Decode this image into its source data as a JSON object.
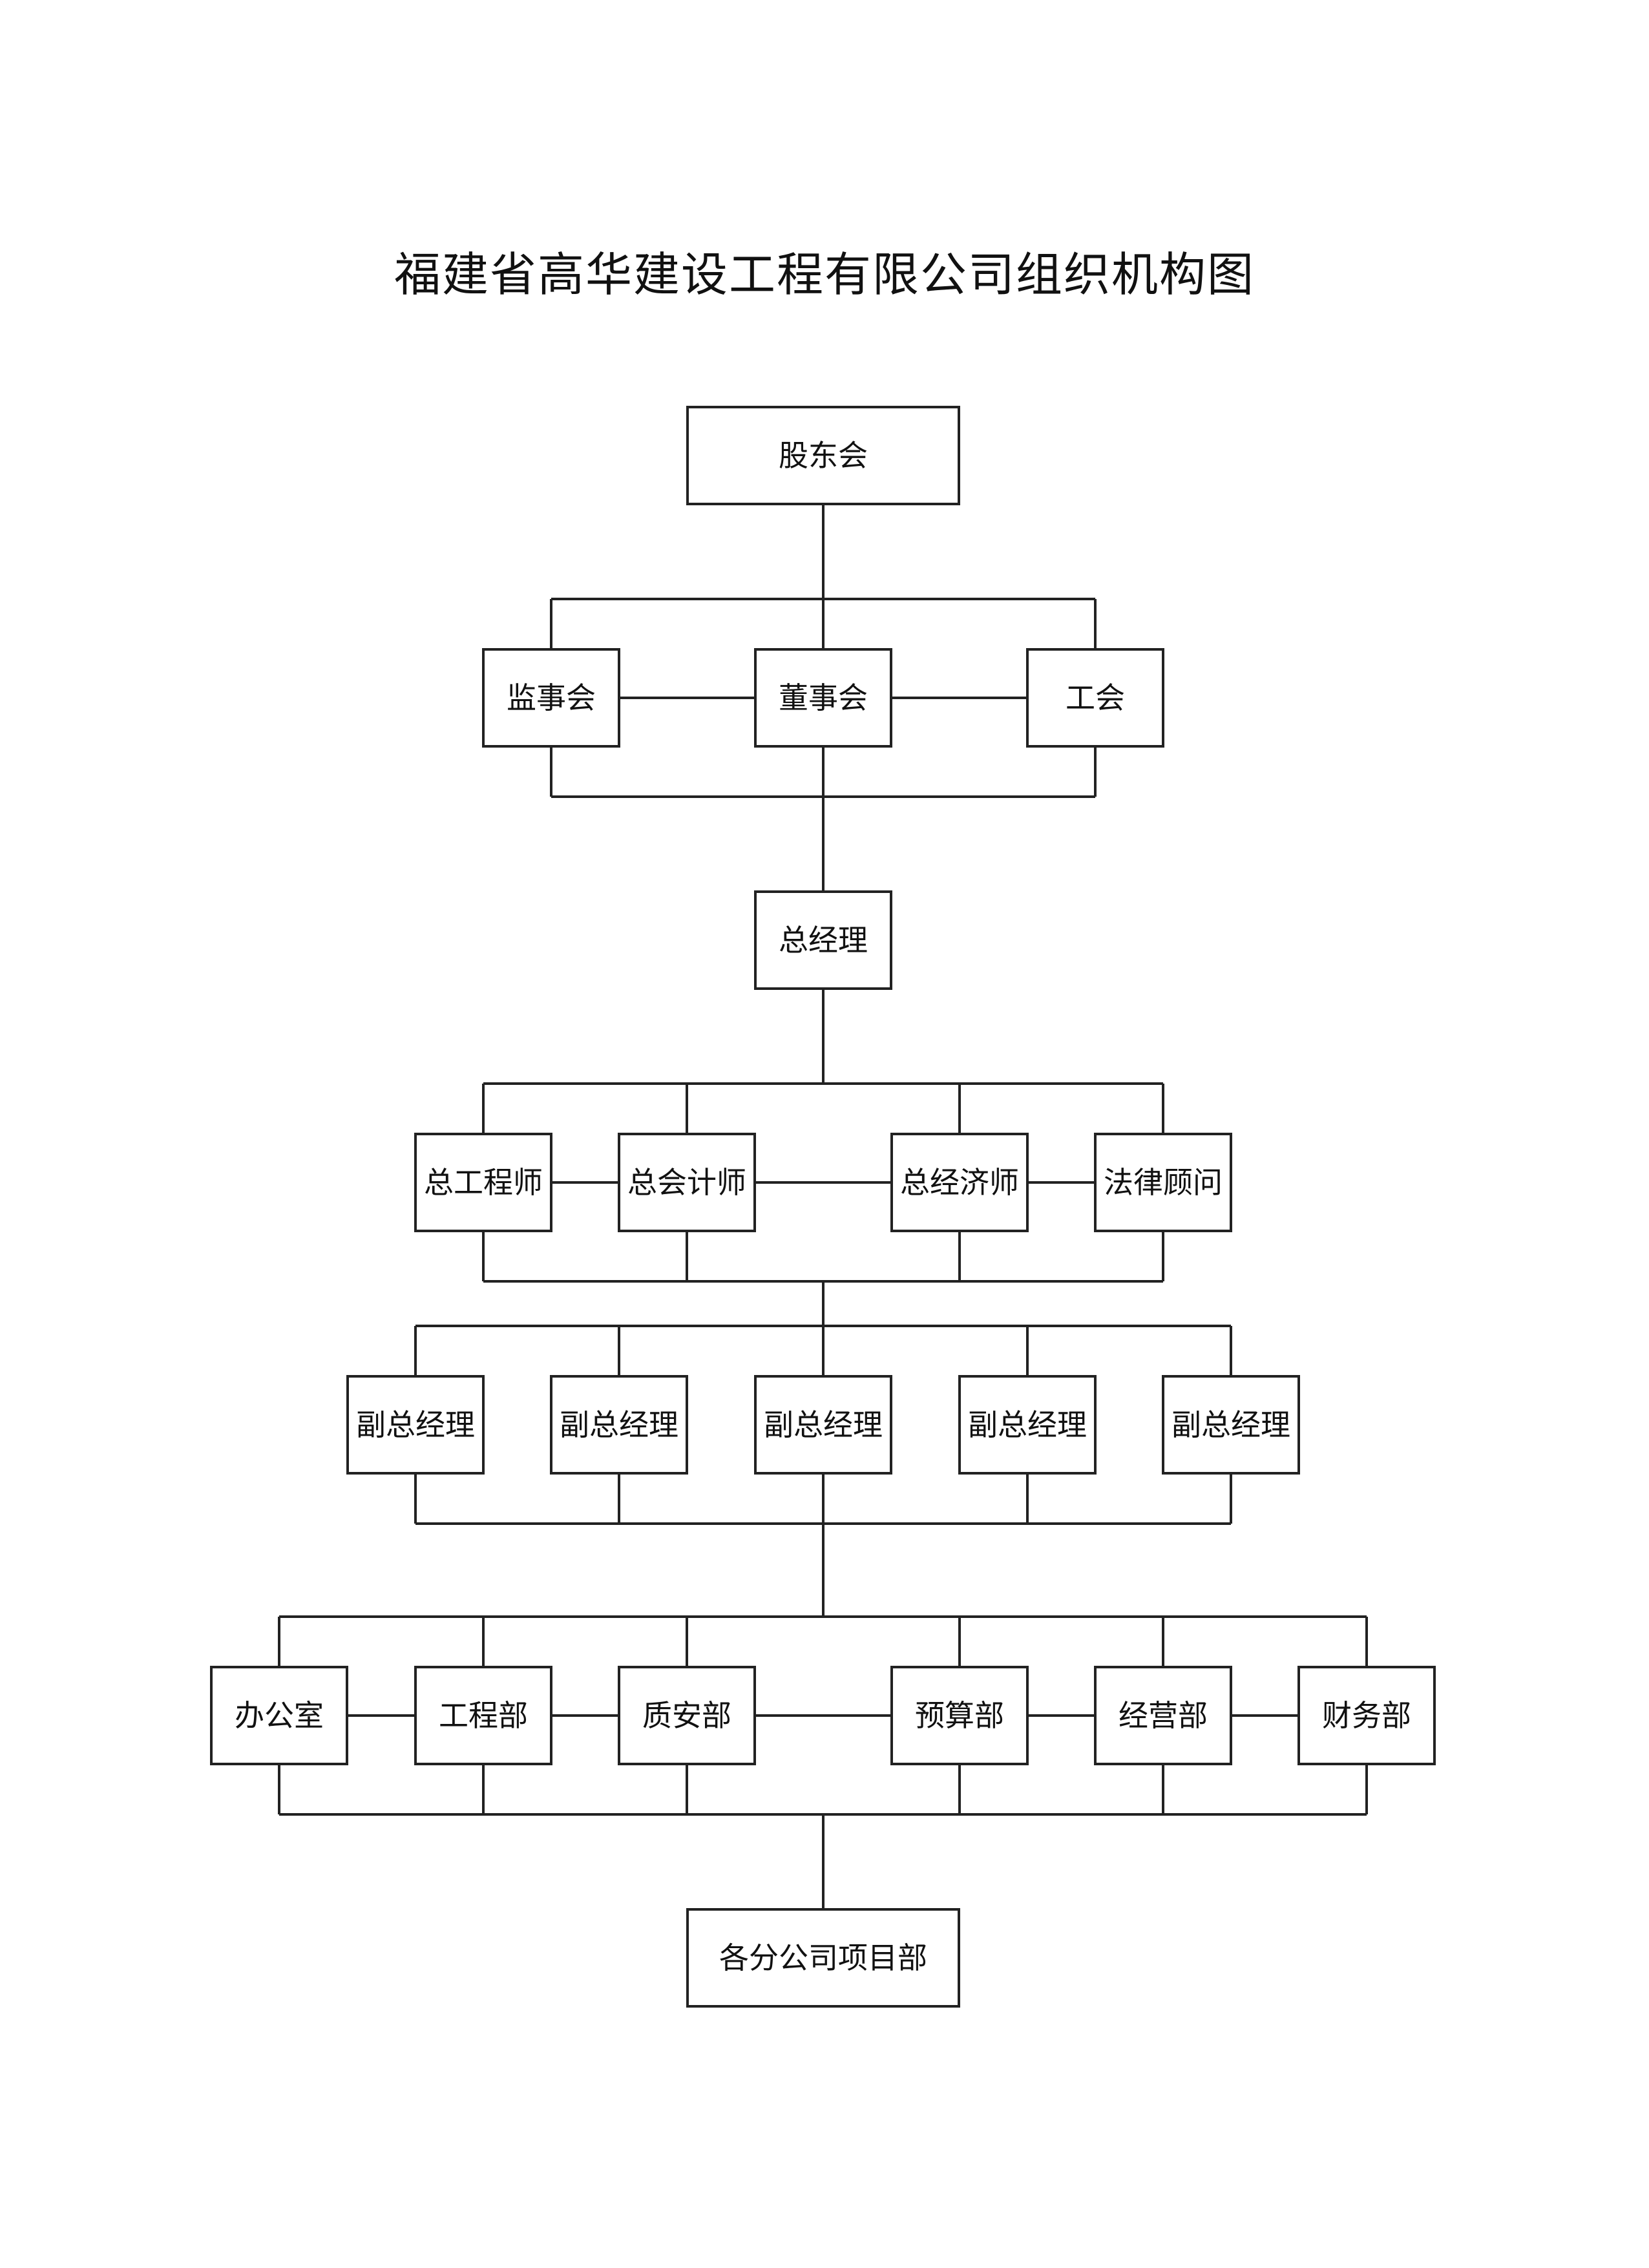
{
  "title": "福建省高华建设工程有限公司组织机构图",
  "nodes": [
    {
      "id": "gudonghui",
      "label": "股东会"
    },
    {
      "id": "jianshihui",
      "label": "监事会"
    },
    {
      "id": "dongshihui",
      "label": "董事会"
    },
    {
      "id": "gonghui",
      "label": "工会"
    },
    {
      "id": "zongjingli",
      "label": "总经理"
    },
    {
      "id": "zonggongchengshi",
      "label": "总工程师"
    },
    {
      "id": "zongkuaijishi",
      "label": "总会计师"
    },
    {
      "id": "zongjingjishi",
      "label": "总经济师"
    },
    {
      "id": "falvguwen",
      "label": "法律顾问"
    },
    {
      "id": "fuzong1",
      "label": "副总经理"
    },
    {
      "id": "fuzong2",
      "label": "副总经理"
    },
    {
      "id": "fuzong3",
      "label": "副总经理"
    },
    {
      "id": "fuzong4",
      "label": "副总经理"
    },
    {
      "id": "fuzong5",
      "label": "副总经理"
    },
    {
      "id": "bangongshi",
      "label": "办公室"
    },
    {
      "id": "gongchengbu",
      "label": "工程部"
    },
    {
      "id": "zhianbu",
      "label": "质安部"
    },
    {
      "id": "yusuanbu",
      "label": "预算部"
    },
    {
      "id": "jingyingbu",
      "label": "经营部"
    },
    {
      "id": "caiwubu",
      "label": "财务部"
    },
    {
      "id": "xiangmubu",
      "label": "各分公司项目部"
    }
  ],
  "tiers": [
    [
      "gudonghui"
    ],
    [
      "jianshihui",
      "dongshihui",
      "gonghui"
    ],
    [
      "zongjingli"
    ],
    [
      "zonggongchengshi",
      "zongkuaijishi",
      "zongjingjishi",
      "falvguwen"
    ],
    [
      "fuzong1",
      "fuzong2",
      "fuzong3",
      "fuzong4",
      "fuzong5"
    ],
    [
      "bangongshi",
      "gongchengbu",
      "zhianbu",
      "yusuanbu",
      "jingyingbu",
      "caiwubu"
    ],
    [
      "xiangmubu"
    ]
  ],
  "peer_links": [
    [
      "jianshihui",
      "dongshihui"
    ],
    [
      "dongshihui",
      "gonghui"
    ],
    [
      "zonggongchengshi",
      "zongkuaijishi"
    ],
    [
      "zongkuaijishi",
      "zongjingjishi"
    ],
    [
      "zongjingjishi",
      "falvguwen"
    ],
    [
      "bangongshi",
      "gongchengbu"
    ],
    [
      "gongchengbu",
      "zhianbu"
    ],
    [
      "zhianbu",
      "yusuanbu"
    ],
    [
      "yusuanbu",
      "jingyingbu"
    ],
    [
      "jingyingbu",
      "caiwubu"
    ]
  ]
}
